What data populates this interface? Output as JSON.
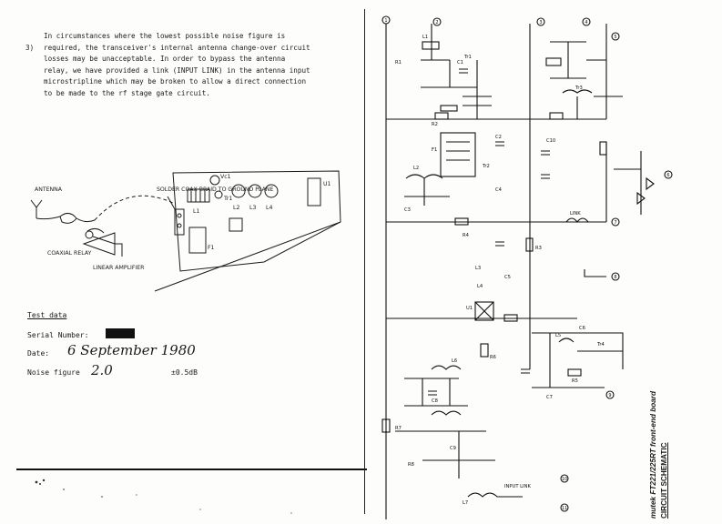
{
  "note": {
    "number": "3)",
    "text": "In circumstances where the lowest possible noise figure is\nrequired, the transceiver's internal antenna change-over circuit\nlosses may be unacceptable. In order to bypass the antenna\nrelay, we have provided a link (INPUT LINK) in the antenna input\nmicrostripline which may be broken to allow a direct connection\nto be made to the rf stage gate circuit."
  },
  "sketch": {
    "antenna": "ANTENNA",
    "coaxial_relay": "COAXIAL RELAY",
    "linear_amplifier": "LINEAR AMPLIFIER",
    "solder_note": "SOLDER COAX BRAID TO GROUND PLANE",
    "l1": "L1",
    "tr1": "Tr1",
    "vc1": "Vc1",
    "l2": "L2",
    "l3": "L3",
    "l4": "L4",
    "f1": "F1",
    "u1": "U1"
  },
  "test": {
    "heading": "Test data",
    "serial_label": "Serial Number:",
    "date_label": "Date:",
    "date_value": "6 September 1980",
    "noise_label": "Noise figure",
    "noise_value": "2.0",
    "noise_tol": "±0.5dB"
  },
  "schematic": {
    "title_line1": "mutek FT221/225RT front-end board",
    "title_line2": "CIRCUIT SCHEMATIC",
    "labels": [
      "R1",
      "C1",
      "L1",
      "Tr1",
      "C2",
      "R2",
      "L2",
      "C3",
      "F1",
      "Tr2",
      "C4",
      "L3",
      "R3",
      "L4",
      "C5",
      "R4",
      "U1",
      "Tr3",
      "L5",
      "C6",
      "R5",
      "C7",
      "R6",
      "L6",
      "Tr4",
      "C8",
      "R7",
      "C9",
      "R8",
      "L7",
      "C10"
    ],
    "terminals": [
      "1",
      "2",
      "3",
      "4",
      "5",
      "6",
      "7",
      "8",
      "9",
      "10",
      "11"
    ],
    "input_link": "INPUT LINK",
    "link": "LINK"
  }
}
